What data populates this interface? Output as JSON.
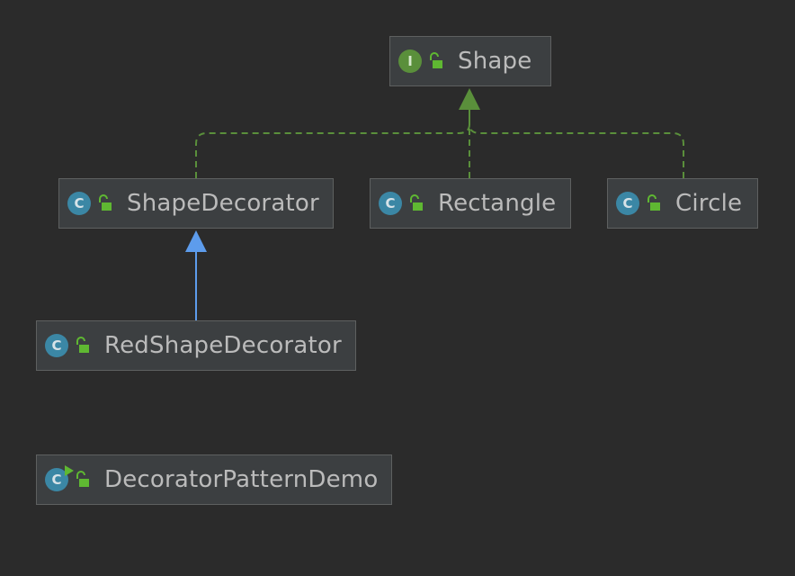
{
  "diagram": {
    "nodes": [
      {
        "id": "shape",
        "kind": "interface",
        "icon_letter": "I",
        "label": "Shape"
      },
      {
        "id": "shape-decorator",
        "kind": "class",
        "icon_letter": "C",
        "label": "ShapeDecorator"
      },
      {
        "id": "rectangle",
        "kind": "class",
        "icon_letter": "C",
        "label": "Rectangle"
      },
      {
        "id": "circle",
        "kind": "class",
        "icon_letter": "C",
        "label": "Circle"
      },
      {
        "id": "red-shape-decorator",
        "kind": "class",
        "icon_letter": "C",
        "label": "RedShapeDecorator"
      },
      {
        "id": "decorator-pattern-demo",
        "kind": "runnable-class",
        "icon_letter": "C",
        "label": "DecoratorPatternDemo"
      }
    ],
    "edges": [
      {
        "from": "shape-decorator",
        "to": "shape",
        "type": "implements"
      },
      {
        "from": "rectangle",
        "to": "shape",
        "type": "implements"
      },
      {
        "from": "circle",
        "to": "shape",
        "type": "implements"
      },
      {
        "from": "red-shape-decorator",
        "to": "shape-decorator",
        "type": "extends"
      }
    ],
    "colors": {
      "background": "#2b2b2b",
      "node_fill": "#3c3f41",
      "node_border": "#5e6060",
      "text": "#bbbbbb",
      "class_icon": "#3b87a5",
      "interface_icon": "#5a8f3b",
      "implements_edge": "#5a8f3b",
      "extends_edge": "#5d9cec",
      "lock_icon": "#5fb832"
    }
  }
}
